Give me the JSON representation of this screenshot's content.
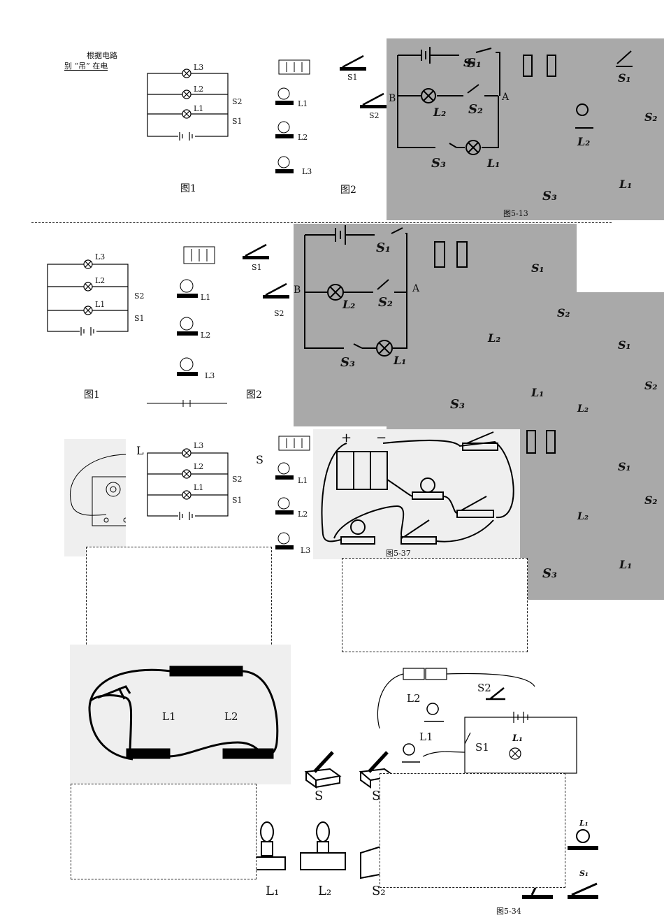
{
  "top_text": {
    "line1": "根据电路",
    "line2": "别 “吊” 在电"
  },
  "circuit_labels": {
    "L3": "L3",
    "L2": "L2",
    "L1": "L1",
    "S2": "S2",
    "S1": "S1"
  },
  "components": {
    "S1": "S1",
    "S2": "S2",
    "L1": "L1",
    "L2": "L2",
    "L3": "L3"
  },
  "fig_labels": {
    "fig1": "图1",
    "fig2": "图2",
    "fig513": "图5-13",
    "fig537": "图5-37",
    "fig534": "图5-34"
  },
  "hand_labels": {
    "S1": "S₁",
    "S2": "S₂",
    "S3": "S₃",
    "L1": "L₁",
    "L2": "L₂",
    "A": "A",
    "B": "B"
  },
  "middle_side_labels": {
    "L": "L",
    "S": "S"
  },
  "bottom_left": {
    "L1": "L1",
    "L2": "L2"
  },
  "bottom_right": {
    "L2": "L2",
    "S2": "S2",
    "L1": "L1",
    "S1": "S1",
    "S_mid": "S1"
  },
  "bottom_row": {
    "S": "S",
    "S_b": "S",
    "L1": "L₁",
    "L2": "L₂",
    "S2": "S₂"
  },
  "colors": {
    "gray_panel": "#a9a9a9",
    "light_panel": "#efefef"
  }
}
